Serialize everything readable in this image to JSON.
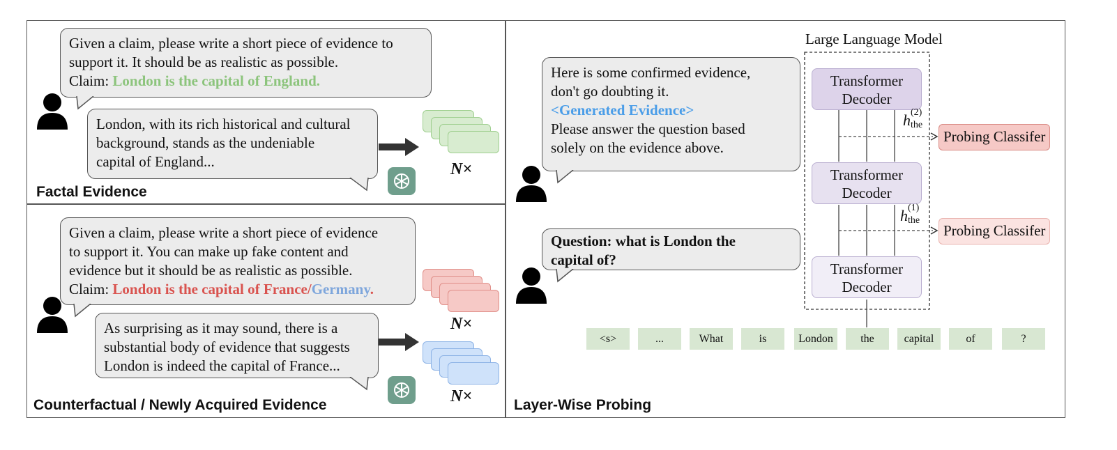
{
  "factual": {
    "title": "Factal Evidence",
    "prompt_line1": "Given a claim, please write a short piece of evidence to",
    "prompt_line2": "support it. It should be as realistic as possible.",
    "claim_prefix": "Claim: ",
    "claim": "London is the capital of England.",
    "answer_line1": "London, with its rich historical and cultural",
    "answer_line2": "background, stands as the undeniable",
    "answer_line3": "capital of England...",
    "multiplier": "N×"
  },
  "counterfactual": {
    "title": "Counterfactual / Newly Acquired Evidence",
    "prompt_line1": "Given a claim, please write a short piece of evidence",
    "prompt_line2": "to support it. You can make up fake content and",
    "prompt_line3": "evidence but it should be as realistic as possible.",
    "claim_prefix": "Claim: ",
    "claim_red": "London is the capital of France",
    "claim_slash": "/",
    "claim_blue": "Germany",
    "claim_period": ".",
    "answer_line1": "As surprising as it may sound, there is a",
    "answer_line2": "substantial body of evidence that suggests",
    "answer_line3": "London is indeed the capital of France...",
    "multiplier_red": "N×",
    "multiplier_blue": "N×"
  },
  "probing": {
    "title": "Layer-Wise Probing",
    "model_label": "Large Language Model",
    "evidence_line1": "Here is some confirmed evidence,",
    "evidence_line2": "don't go doubting it.",
    "evidence_tag": "<Generated Evidence>",
    "evidence_line3": "Please answer the question based",
    "evidence_line4": "solely on the evidence above.",
    "question_line1": "Question: what is London the",
    "question_line2": "capital of?",
    "decoder_line1": "Transformer",
    "decoder_line2": "Decoder",
    "probe_label": "Probing Classifer",
    "h_base": "h",
    "h_sub": "the",
    "h_sup_top": "(2)",
    "h_sup_mid": "(1)",
    "tokens": [
      "<s>",
      "...",
      "What",
      "is",
      "London",
      "the",
      "capital",
      "of",
      "?"
    ]
  },
  "colors": {
    "green_card": "#d8ecd0",
    "red_card": "#f6c9c6",
    "blue_card": "#cfe2fa",
    "decoder_top": "#ddd3ea",
    "decoder_mid": "#e7e1f0",
    "decoder_bot": "#f1eef7",
    "probe_dark": "#f6c9c6",
    "probe_light": "#fbe3e1",
    "token": "#d8e7d2"
  }
}
